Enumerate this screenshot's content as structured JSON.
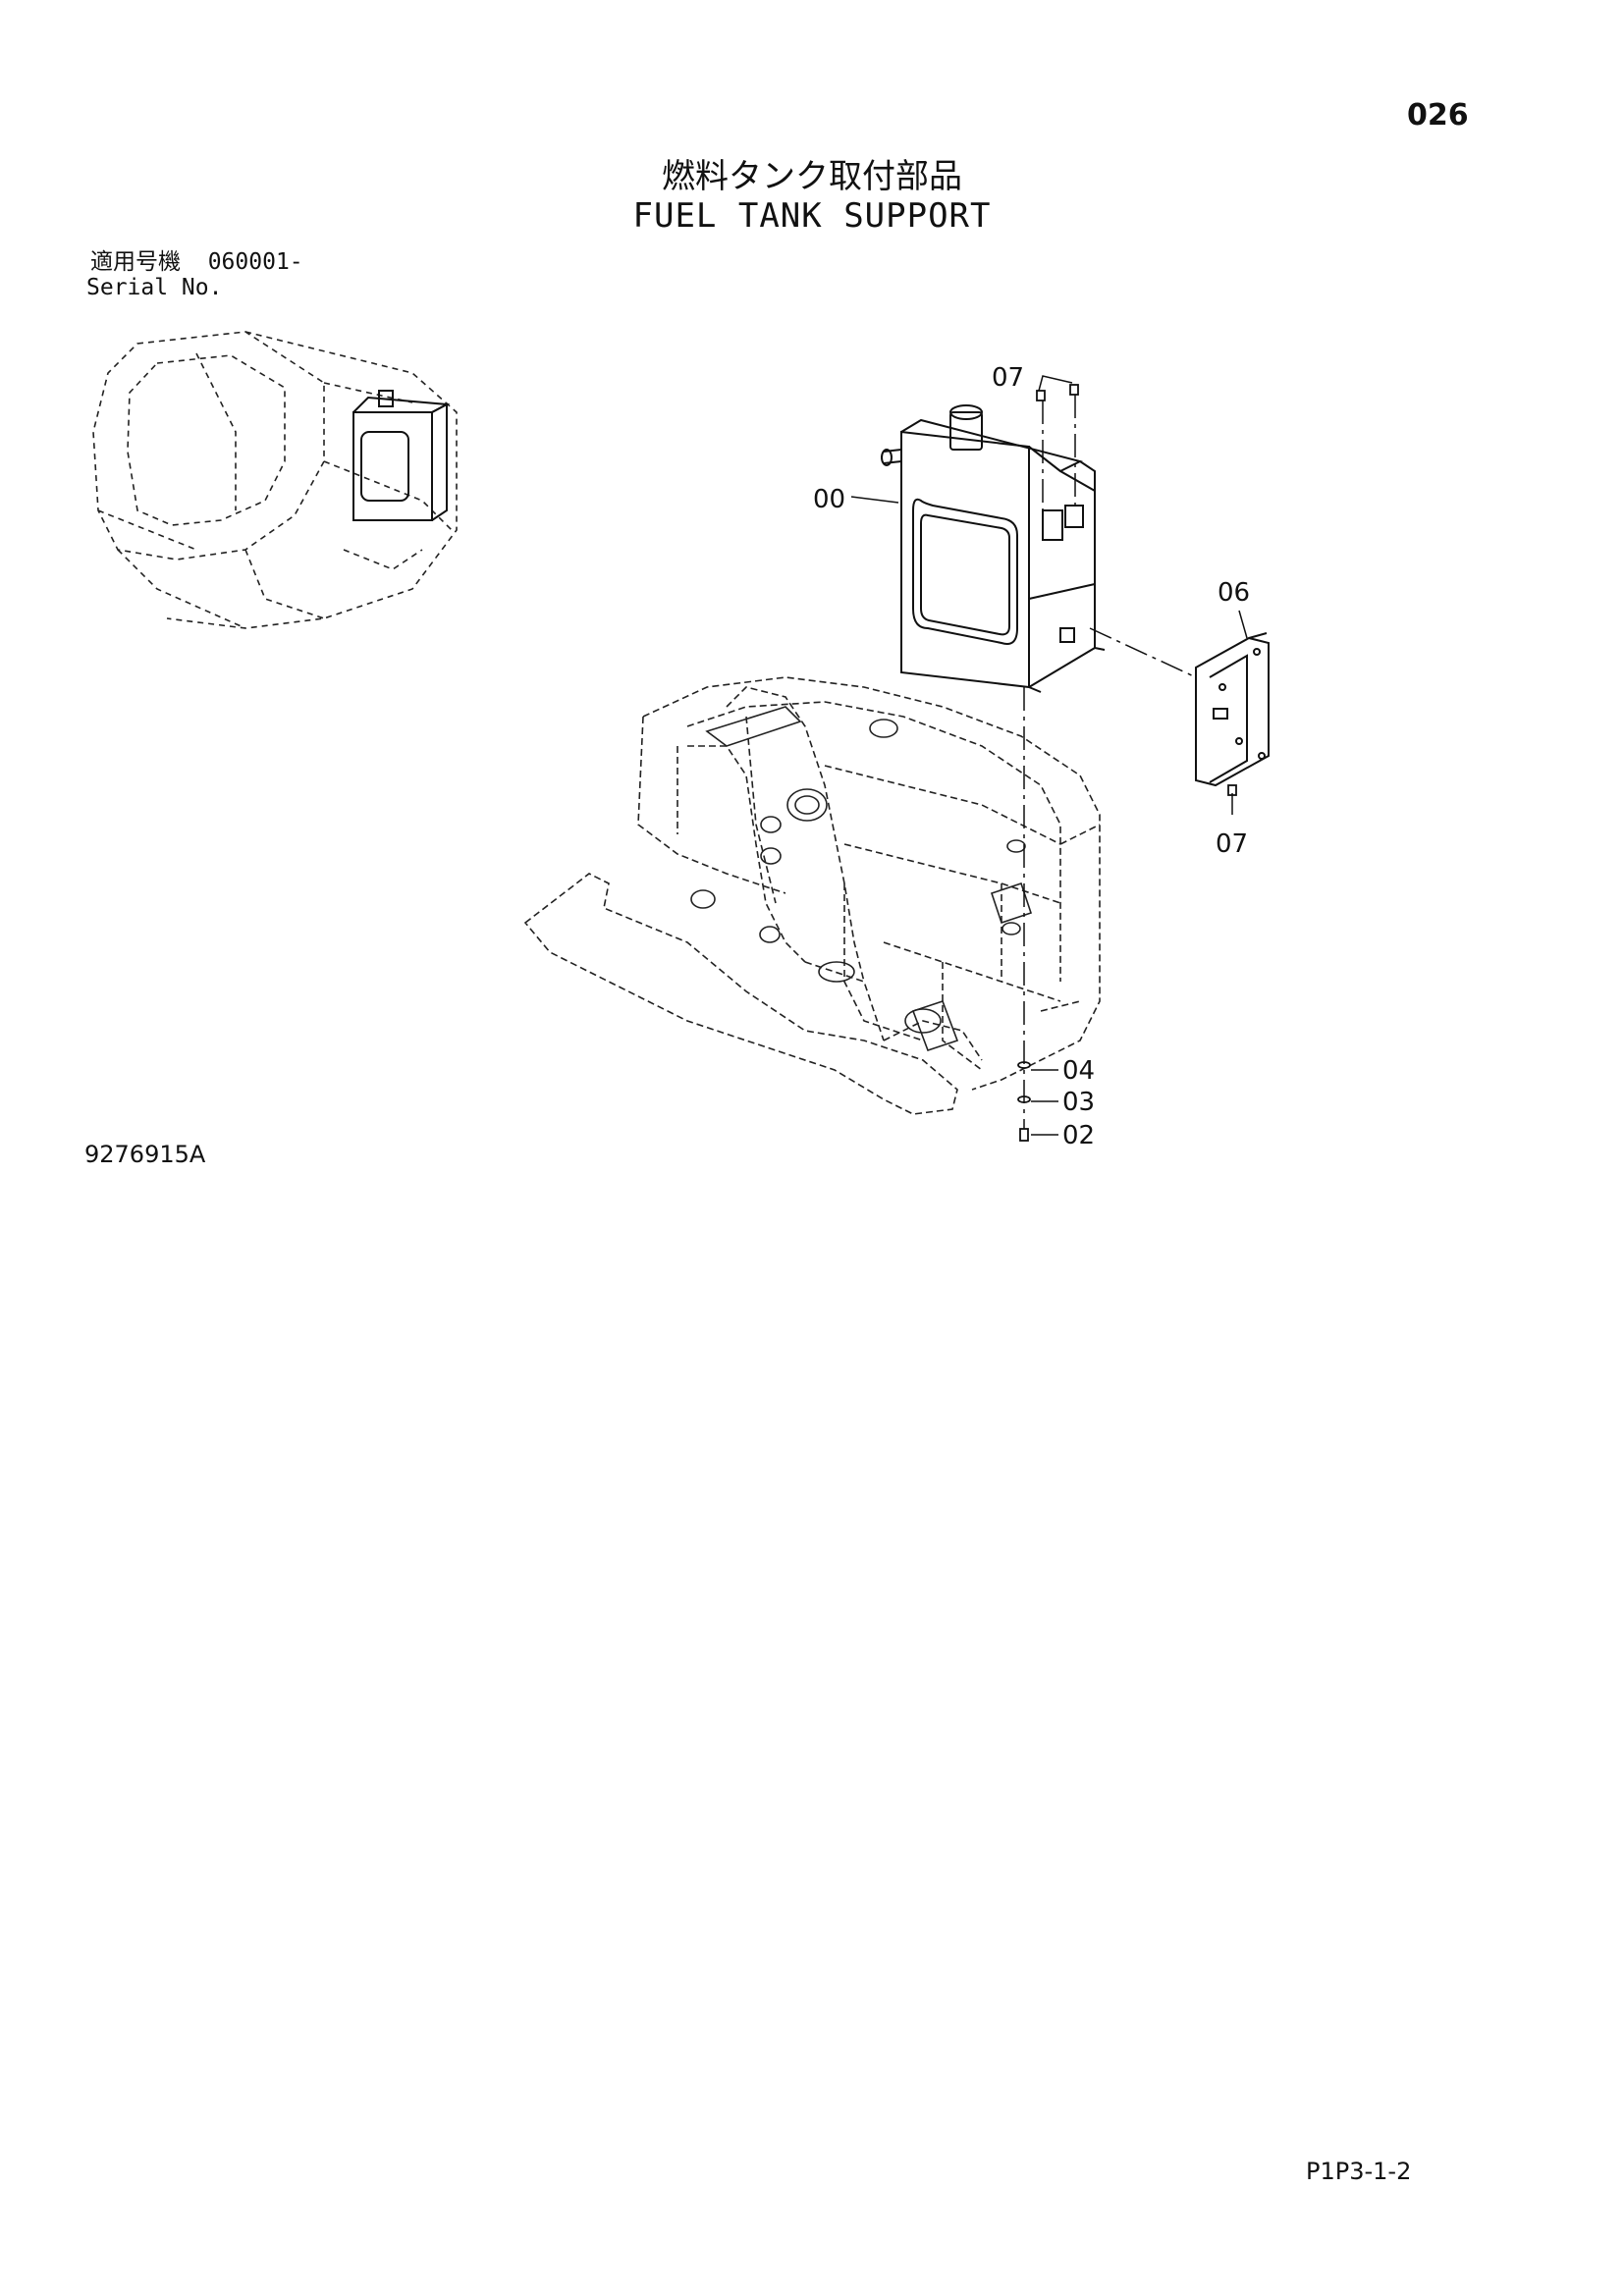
{
  "page": {
    "number": "026",
    "title_jp": "燃料タンク取付部品",
    "title_en": "FUEL TANK SUPPORT",
    "serial_label_jp": "適用号機",
    "serial_range": "060001-",
    "serial_label_en": "Serial No.",
    "illustration_number": "9276915A",
    "page_code": "P1P3-1-2"
  },
  "callouts": {
    "c00": "00",
    "c07_top": "07",
    "c06": "06",
    "c07_bottom": "07",
    "c04": "04",
    "c03": "03",
    "c02": "02"
  }
}
